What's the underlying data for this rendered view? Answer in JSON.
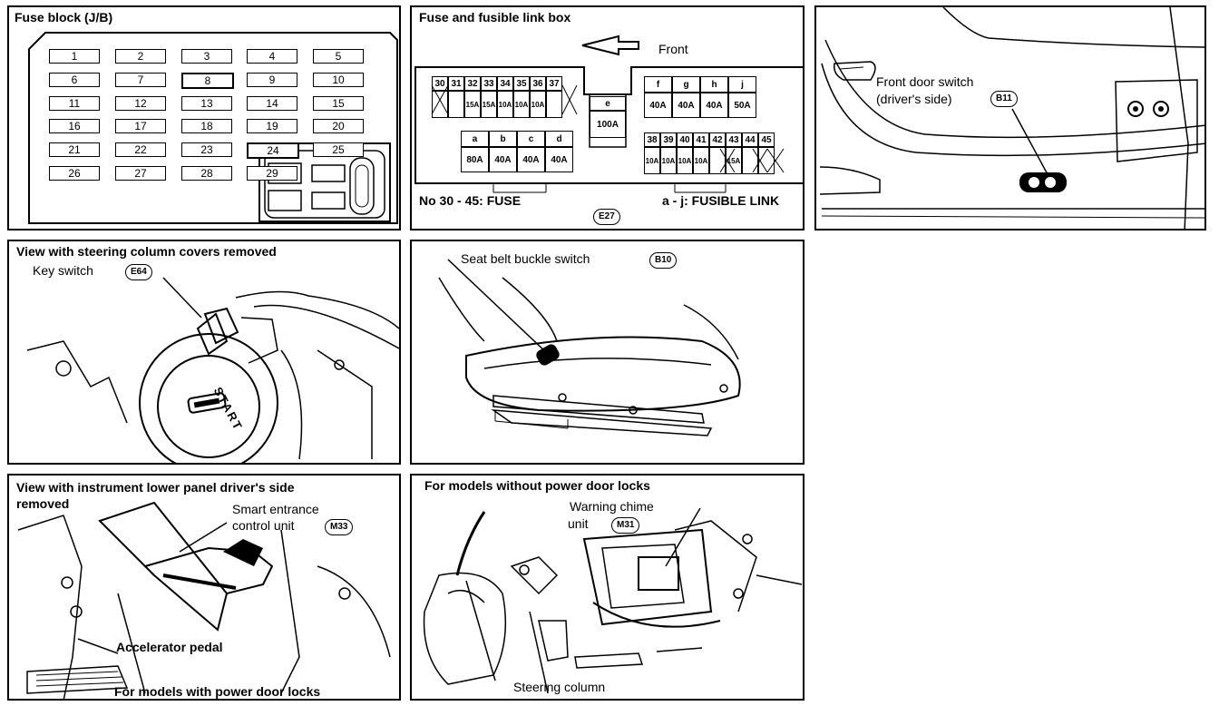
{
  "panels": {
    "fuse_block": {
      "title": "Fuse block (J/B)",
      "fuses": [
        "1",
        "2",
        "3",
        "4",
        "5",
        "6",
        "7",
        "8",
        "9",
        "10",
        "11",
        "12",
        "13",
        "14",
        "15",
        "16",
        "17",
        "18",
        "19",
        "20",
        "21",
        "22",
        "23",
        "24",
        "25",
        "26",
        "27",
        "28",
        "29"
      ]
    },
    "fusible_box": {
      "title": "Fuse and fusible link box",
      "front_label": "Front",
      "top_fuse_numbers": [
        "30",
        "31",
        "32",
        "33",
        "34",
        "35",
        "36",
        "37"
      ],
      "top_fuse_ratings": [
        "",
        "",
        "15A",
        "15A",
        "10A",
        "10A",
        "10A",
        ""
      ],
      "link_e_letter": "e",
      "link_e_rating": "100A",
      "links_ad_letters": [
        "a",
        "b",
        "c",
        "d"
      ],
      "links_ad_ratings": [
        "80A",
        "40A",
        "40A",
        "40A"
      ],
      "links_fj_letters": [
        "f",
        "g",
        "h",
        "j"
      ],
      "links_fj_ratings": [
        "40A",
        "40A",
        "40A",
        "50A"
      ],
      "lower_fuse_numbers": [
        "38",
        "39",
        "40",
        "41",
        "42",
        "43",
        "44",
        "45"
      ],
      "lower_fuse_ratings": [
        "10A",
        "10A",
        "10A",
        "10A",
        "",
        "15A",
        "",
        ""
      ],
      "fuse_note": "No 30 - 45:  FUSE",
      "link_note": "a - j:  FUSIBLE LINK",
      "connector": "E27"
    },
    "door_switch": {
      "label_line1": "Front door switch",
      "label_line2": "(driver's side)",
      "connector": "B11"
    },
    "key_switch": {
      "title": "View with steering column covers removed",
      "label": "Key switch",
      "connector": "E64",
      "start_text": "START"
    },
    "seat_belt": {
      "label": "Seat belt buckle switch",
      "connector": "B10"
    },
    "smart_entrance": {
      "title_line1": "View with instrument lower panel driver's side",
      "title_line2": "removed",
      "label_line1": "Smart entrance",
      "label_line2": "control unit",
      "connector": "M33",
      "pedal_label": "Accelerator pedal",
      "footer": "For models with power door locks"
    },
    "warning_chime": {
      "title": "For models without power door locks",
      "label_line1": "Warning chime",
      "label_line2": "unit",
      "connector": "M31",
      "steering_label": "Steering column"
    }
  }
}
